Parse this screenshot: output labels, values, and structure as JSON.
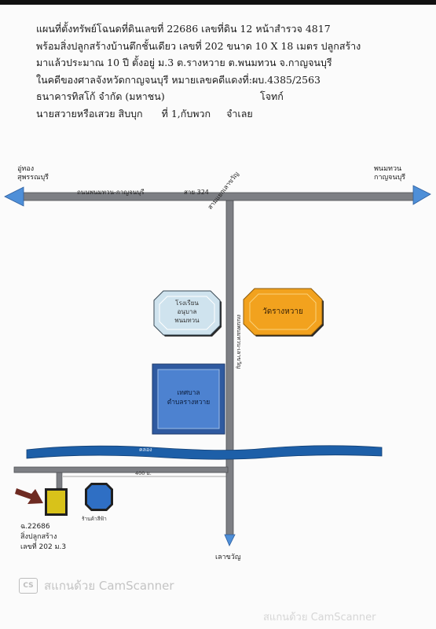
{
  "header": {
    "line1": "แผนที่ตั้งทรัพย์โฉนดที่ดินเลขที่ 22686 เลขที่ดิน 12 หน้าสำรวจ 4817",
    "line2": "พร้อมสิ่งปลูกสร้างบ้านตึกชั้นเดียว เลขที่ 202 ขนาด 10 X 18 เมตร ปลูกสร้าง",
    "line3": "มาแล้วประมาณ 10 ปี  ตั้งอยู่ ม.3 ต.รางหวาย ต.พนมทวน จ.กาญจนบุรี",
    "line4": "ในคดีของศาลจังหวัดกาญจนบุรี  หมายเลขคดีแดงที่:ผบ.4385/2563",
    "line5a": "ธนาคารทิสโก้ จำกัด (มหาชน)",
    "line5b": "โจทก์",
    "line6a": "นายสวายหรือเสวย สิบบุก",
    "line6b": "ที่ 1,กับพวก",
    "line6c": "จำเลย"
  },
  "map": {
    "left_destination": [
      "อู่ทอง",
      "สุพรรณบุรี"
    ],
    "right_destination": [
      "พนมทวน",
      "กาญจนบุรี"
    ],
    "main_road": "ถนนพนมทวน-กาญจนบุรี",
    "road_number": "สาย 324",
    "junction_label": "สามแยกเลาขวัญ",
    "side_road_label": "ถนนพนมทวน-เลาขวัญ",
    "school": [
      "โรงเรียน",
      "อนุบาล",
      "พนมทวน"
    ],
    "temple": "วัดรางหวาย",
    "municipality": [
      "เทศบาล",
      "ตำบลรางหวาย"
    ],
    "canal": "คลอง",
    "distance": "400 ม.",
    "shop": "ร้านค้าสีฟ้า",
    "property": [
      "ฉ.22686",
      "สิ่งปลูกสร้าง",
      "เลขที่ 202 ม.3"
    ],
    "south_destination": "เลาขวัญ"
  },
  "colors": {
    "road": "#7d7f84",
    "road_edge": "#4d4f53",
    "canal": "#1d5fa8",
    "temple": "#f2a21e",
    "school": "#cfe3ee",
    "municipality": "#3d6fbe",
    "shop": "#2f6fc4",
    "property": "#d8c21a",
    "arrow": "#6e2b22",
    "destination_arrow": "#4e8fd8"
  },
  "watermark": {
    "badge": "CS",
    "text1": "สแกนด้วย CamScanner",
    "text2": "สแกนด้วย CamScanner"
  }
}
